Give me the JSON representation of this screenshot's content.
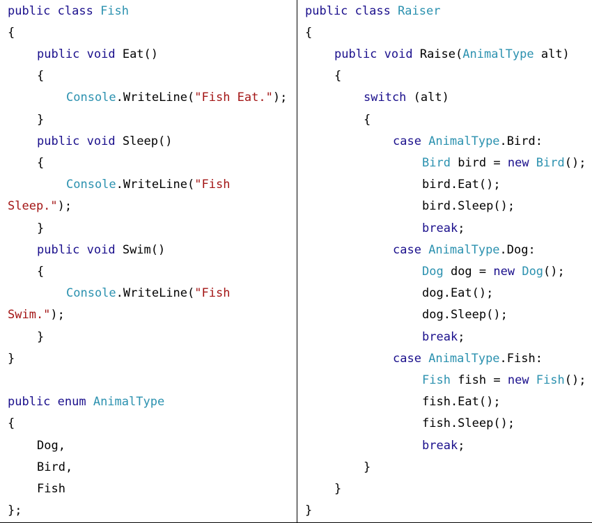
{
  "colors": {
    "keyword": "#1a0f8c",
    "type": "#2b91af",
    "string": "#a31515",
    "text": "#000000"
  },
  "left_column": [
    [
      0,
      [
        [
          "kw",
          "public class "
        ],
        [
          "ty",
          "Fish"
        ]
      ]
    ],
    [
      0,
      [
        [
          "br",
          "{"
        ]
      ]
    ],
    [
      1,
      [
        [
          "kw",
          "public void "
        ],
        [
          "tx",
          "Eat()"
        ]
      ]
    ],
    [
      1,
      [
        [
          "br",
          "{"
        ]
      ]
    ],
    [
      2,
      [
        [
          "ty",
          "Console"
        ],
        [
          "tx",
          ".WriteLine("
        ],
        [
          "str",
          "\"Fish Eat.\""
        ],
        [
          "tx",
          ");"
        ]
      ]
    ],
    [
      1,
      [
        [
          "br",
          "}"
        ]
      ]
    ],
    [
      1,
      [
        [
          "kw",
          "public void "
        ],
        [
          "tx",
          "Sleep()"
        ]
      ]
    ],
    [
      1,
      [
        [
          "br",
          "{"
        ]
      ]
    ],
    [
      2,
      [
        [
          "ty",
          "Console"
        ],
        [
          "tx",
          ".WriteLine("
        ],
        [
          "str",
          "\"Fish"
        ]
      ]
    ],
    [
      0,
      [
        [
          "str",
          "Sleep.\""
        ],
        [
          "tx",
          ");"
        ]
      ]
    ],
    [
      1,
      [
        [
          "br",
          "}"
        ]
      ]
    ],
    [
      1,
      [
        [
          "kw",
          "public void "
        ],
        [
          "tx",
          "Swim()"
        ]
      ]
    ],
    [
      1,
      [
        [
          "br",
          "{"
        ]
      ]
    ],
    [
      2,
      [
        [
          "ty",
          "Console"
        ],
        [
          "tx",
          ".WriteLine("
        ],
        [
          "str",
          "\"Fish"
        ]
      ]
    ],
    [
      0,
      [
        [
          "str",
          "Swim.\""
        ],
        [
          "tx",
          ");"
        ]
      ]
    ],
    [
      1,
      [
        [
          "br",
          "}"
        ]
      ]
    ],
    [
      0,
      [
        [
          "br",
          "}"
        ]
      ]
    ],
    [
      0,
      []
    ],
    [
      0,
      [
        [
          "kw",
          "public enum "
        ],
        [
          "ty",
          "AnimalType"
        ]
      ]
    ],
    [
      0,
      [
        [
          "br",
          "{"
        ]
      ]
    ],
    [
      1,
      [
        [
          "tx",
          "Dog,"
        ]
      ]
    ],
    [
      1,
      [
        [
          "tx",
          "Bird,"
        ]
      ]
    ],
    [
      1,
      [
        [
          "tx",
          "Fish"
        ]
      ]
    ],
    [
      0,
      [
        [
          "br",
          "};"
        ]
      ]
    ]
  ],
  "right_column": [
    [
      0,
      [
        [
          "kw",
          "public class "
        ],
        [
          "ty",
          "Raiser"
        ]
      ]
    ],
    [
      0,
      [
        [
          "br",
          "{"
        ]
      ]
    ],
    [
      1,
      [
        [
          "kw",
          "public void "
        ],
        [
          "tx",
          "Raise("
        ],
        [
          "ty",
          "AnimalType"
        ],
        [
          "tx",
          " alt)"
        ]
      ]
    ],
    [
      1,
      [
        [
          "br",
          "{"
        ]
      ]
    ],
    [
      2,
      [
        [
          "kw",
          "switch "
        ],
        [
          "tx",
          "(alt)"
        ]
      ]
    ],
    [
      2,
      [
        [
          "br",
          "{"
        ]
      ]
    ],
    [
      3,
      [
        [
          "kw",
          "case "
        ],
        [
          "ty",
          "AnimalType"
        ],
        [
          "tx",
          ".Bird:"
        ]
      ]
    ],
    [
      4,
      [
        [
          "ty",
          "Bird"
        ],
        [
          "tx",
          " bird = "
        ],
        [
          "kw",
          "new "
        ],
        [
          "ty",
          "Bird"
        ],
        [
          "tx",
          "();"
        ]
      ]
    ],
    [
      4,
      [
        [
          "tx",
          "bird.Eat();"
        ]
      ]
    ],
    [
      4,
      [
        [
          "tx",
          "bird.Sleep();"
        ]
      ]
    ],
    [
      4,
      [
        [
          "kw",
          "break"
        ],
        [
          "tx",
          ";"
        ]
      ]
    ],
    [
      3,
      [
        [
          "kw",
          "case "
        ],
        [
          "ty",
          "AnimalType"
        ],
        [
          "tx",
          ".Dog:"
        ]
      ]
    ],
    [
      4,
      [
        [
          "ty",
          "Dog"
        ],
        [
          "tx",
          " dog = "
        ],
        [
          "kw",
          "new "
        ],
        [
          "ty",
          "Dog"
        ],
        [
          "tx",
          "();"
        ]
      ]
    ],
    [
      4,
      [
        [
          "tx",
          "dog.Eat();"
        ]
      ]
    ],
    [
      4,
      [
        [
          "tx",
          "dog.Sleep();"
        ]
      ]
    ],
    [
      4,
      [
        [
          "kw",
          "break"
        ],
        [
          "tx",
          ";"
        ]
      ]
    ],
    [
      3,
      [
        [
          "kw",
          "case "
        ],
        [
          "ty",
          "AnimalType"
        ],
        [
          "tx",
          ".Fish:"
        ]
      ]
    ],
    [
      4,
      [
        [
          "ty",
          "Fish"
        ],
        [
          "tx",
          " fish = "
        ],
        [
          "kw",
          "new "
        ],
        [
          "ty",
          "Fish"
        ],
        [
          "tx",
          "();"
        ]
      ]
    ],
    [
      4,
      [
        [
          "tx",
          "fish.Eat();"
        ]
      ]
    ],
    [
      4,
      [
        [
          "tx",
          "fish.Sleep();"
        ]
      ]
    ],
    [
      4,
      [
        [
          "kw",
          "break"
        ],
        [
          "tx",
          ";"
        ]
      ]
    ],
    [
      2,
      [
        [
          "br",
          "}"
        ]
      ]
    ],
    [
      1,
      [
        [
          "br",
          "}"
        ]
      ]
    ],
    [
      0,
      [
        [
          "br",
          "}"
        ]
      ]
    ]
  ]
}
